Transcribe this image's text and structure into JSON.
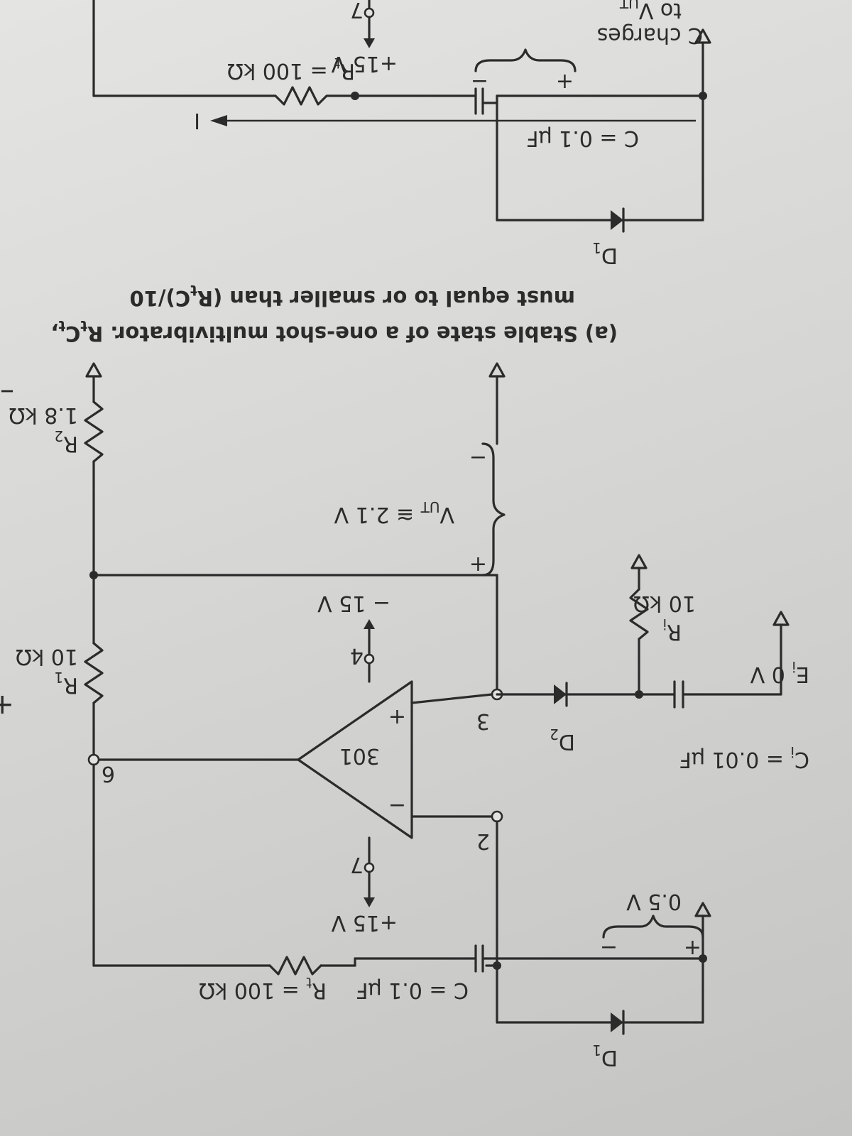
{
  "caption": {
    "line1": "(a)  Stable state of a one-shot multivibrator.  R",
    "line1_sub": "t",
    "line1_after": "C",
    "line1_sub2": "t",
    "line1_end": ",",
    "line2": "must equal to or smaller than (R",
    "line2_sub": "t",
    "line2_mid": "C)/10"
  },
  "circuit": {
    "opamp_label": "301",
    "opamp_minus": "−",
    "opamp_plus": "+",
    "pin2": "2",
    "pin3": "3",
    "pin4": "4",
    "pin6": "6",
    "pin7": "7",
    "vplus": "+15 V",
    "vminus": "− 15 V",
    "d1": "D",
    "d1_sub": "1",
    "d2": "D",
    "d2_sub": "2",
    "c_main": "C = 0.1 μF",
    "rt_main": "R",
    "rt_sub": "t",
    "rt_val": " = 100 kΩ",
    "c_plus": "+",
    "c_minus": "−",
    "c_voltage": "0.5 V",
    "ci": "C",
    "ci_sub": "i",
    "ci_val": " = 0.01 μF",
    "ri_in": "R",
    "ri_in_sub": "i",
    "ri_in_val": "10 kΩ",
    "ei": "E",
    "ei_sub": "i",
    "ei_val": " 0 V",
    "r1": "R",
    "r1_sub": "1",
    "r1_val": "10 kΩ",
    "r2": "R",
    "r2_sub": "2",
    "r2_val": "1.8 kΩ",
    "vut": "V",
    "vut_sub": "UT",
    "vut_val": " ≅ 2.1 V",
    "vut_plus": "+",
    "vut_minus": "−"
  },
  "partial": {
    "d1": "D",
    "d1_sub": "1",
    "c": "C = 0.1 μF",
    "current": "I",
    "c_plus": "+",
    "c_minus": "−",
    "rt": "R",
    "rt_sub": "t",
    "rt_val": " = 100 kΩ",
    "vplus": "+15 V",
    "pin7": "7",
    "note1": "C charges",
    "note2": "to V",
    "note2_sub": "UT",
    "stray_plus": "+",
    "stray_minus": "–"
  }
}
